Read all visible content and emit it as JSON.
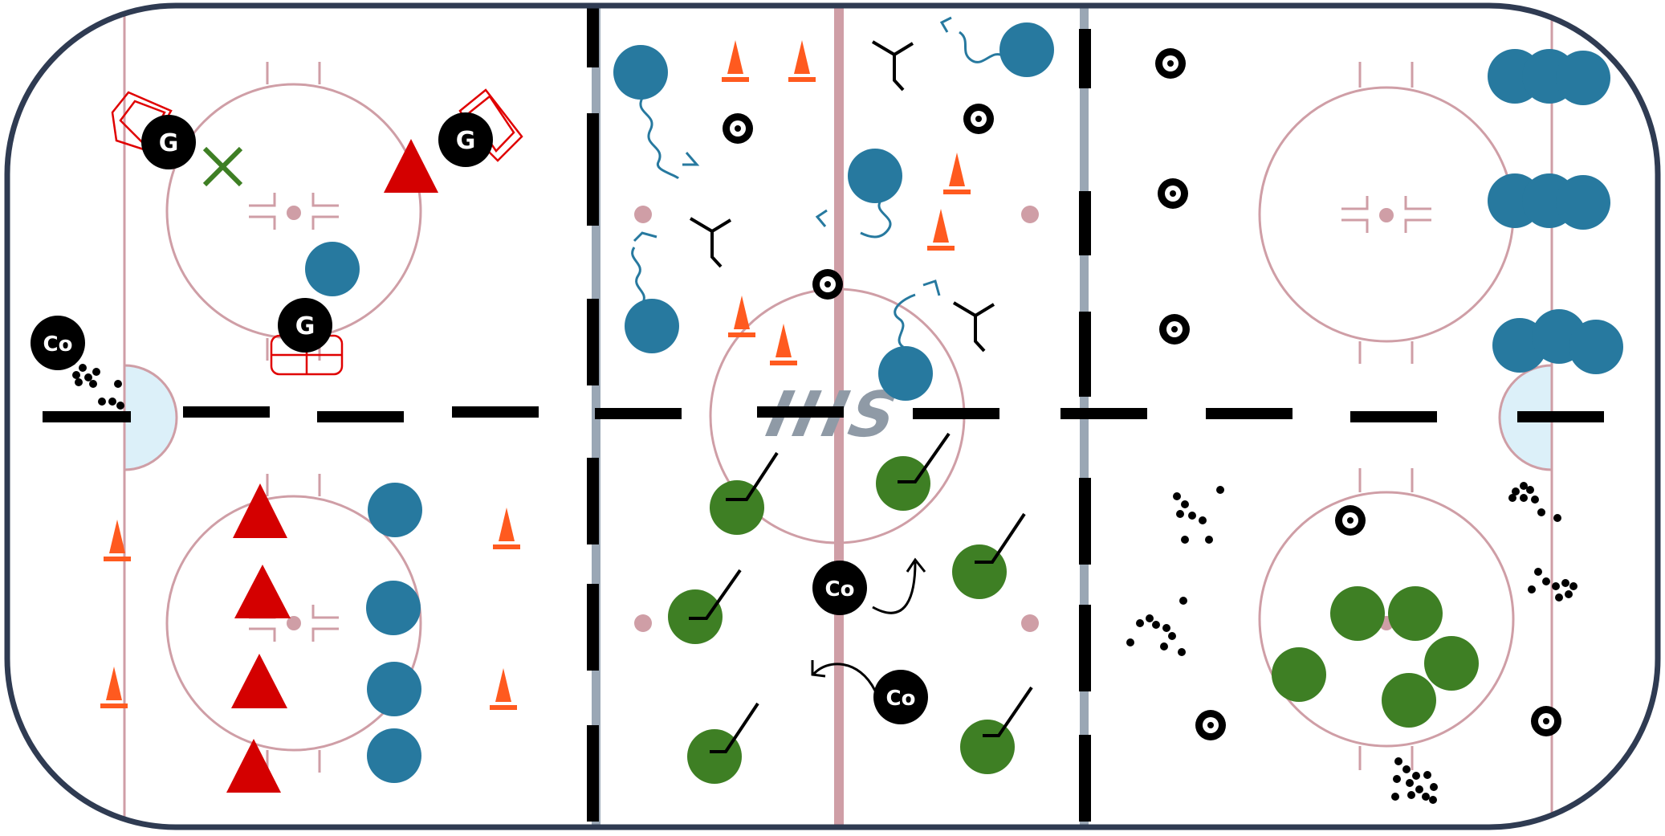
{
  "rink": {
    "logo_text": "IHS",
    "colors": {
      "board": "#2f3b52",
      "line_pink": "#cf9ea6",
      "blue_line": "#9aa7b5",
      "crease": "#dcf0f9",
      "dash": "#000000",
      "player_blue": "#27799f",
      "player_green": "#3e7f24",
      "triangle_red": "#d40000",
      "cone_orange": "#ff5a1f",
      "puck_black": "#000000",
      "x_green": "#3e7f24",
      "pad_red": "#e00000",
      "logo_gray": "#8f9aa6"
    }
  },
  "labels": {
    "goalie": "G",
    "coach": "Co"
  },
  "icons": [
    "goalie-pads-icon",
    "cone-icon",
    "tire-icon",
    "tripod-icon",
    "stick-icon",
    "puck-pile-icon",
    "skate-path-icon",
    "pivot-arrow-icon",
    "x-mark-icon"
  ]
}
